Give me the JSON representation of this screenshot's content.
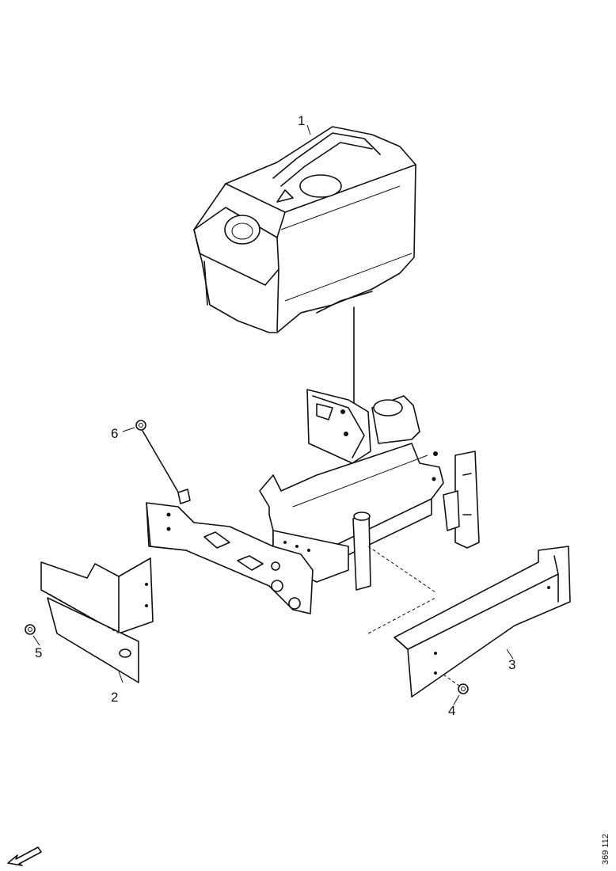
{
  "callouts": [
    {
      "number": "1",
      "part": "tank"
    },
    {
      "number": "2",
      "part": "left-bracket"
    },
    {
      "number": "3",
      "part": "right-bracket"
    },
    {
      "number": "4",
      "part": "nut"
    },
    {
      "number": "5",
      "part": "nut"
    },
    {
      "number": "6",
      "part": "bolt"
    }
  ],
  "reference_code": "369 112",
  "icons": {
    "orientation": "arrow-icon"
  }
}
